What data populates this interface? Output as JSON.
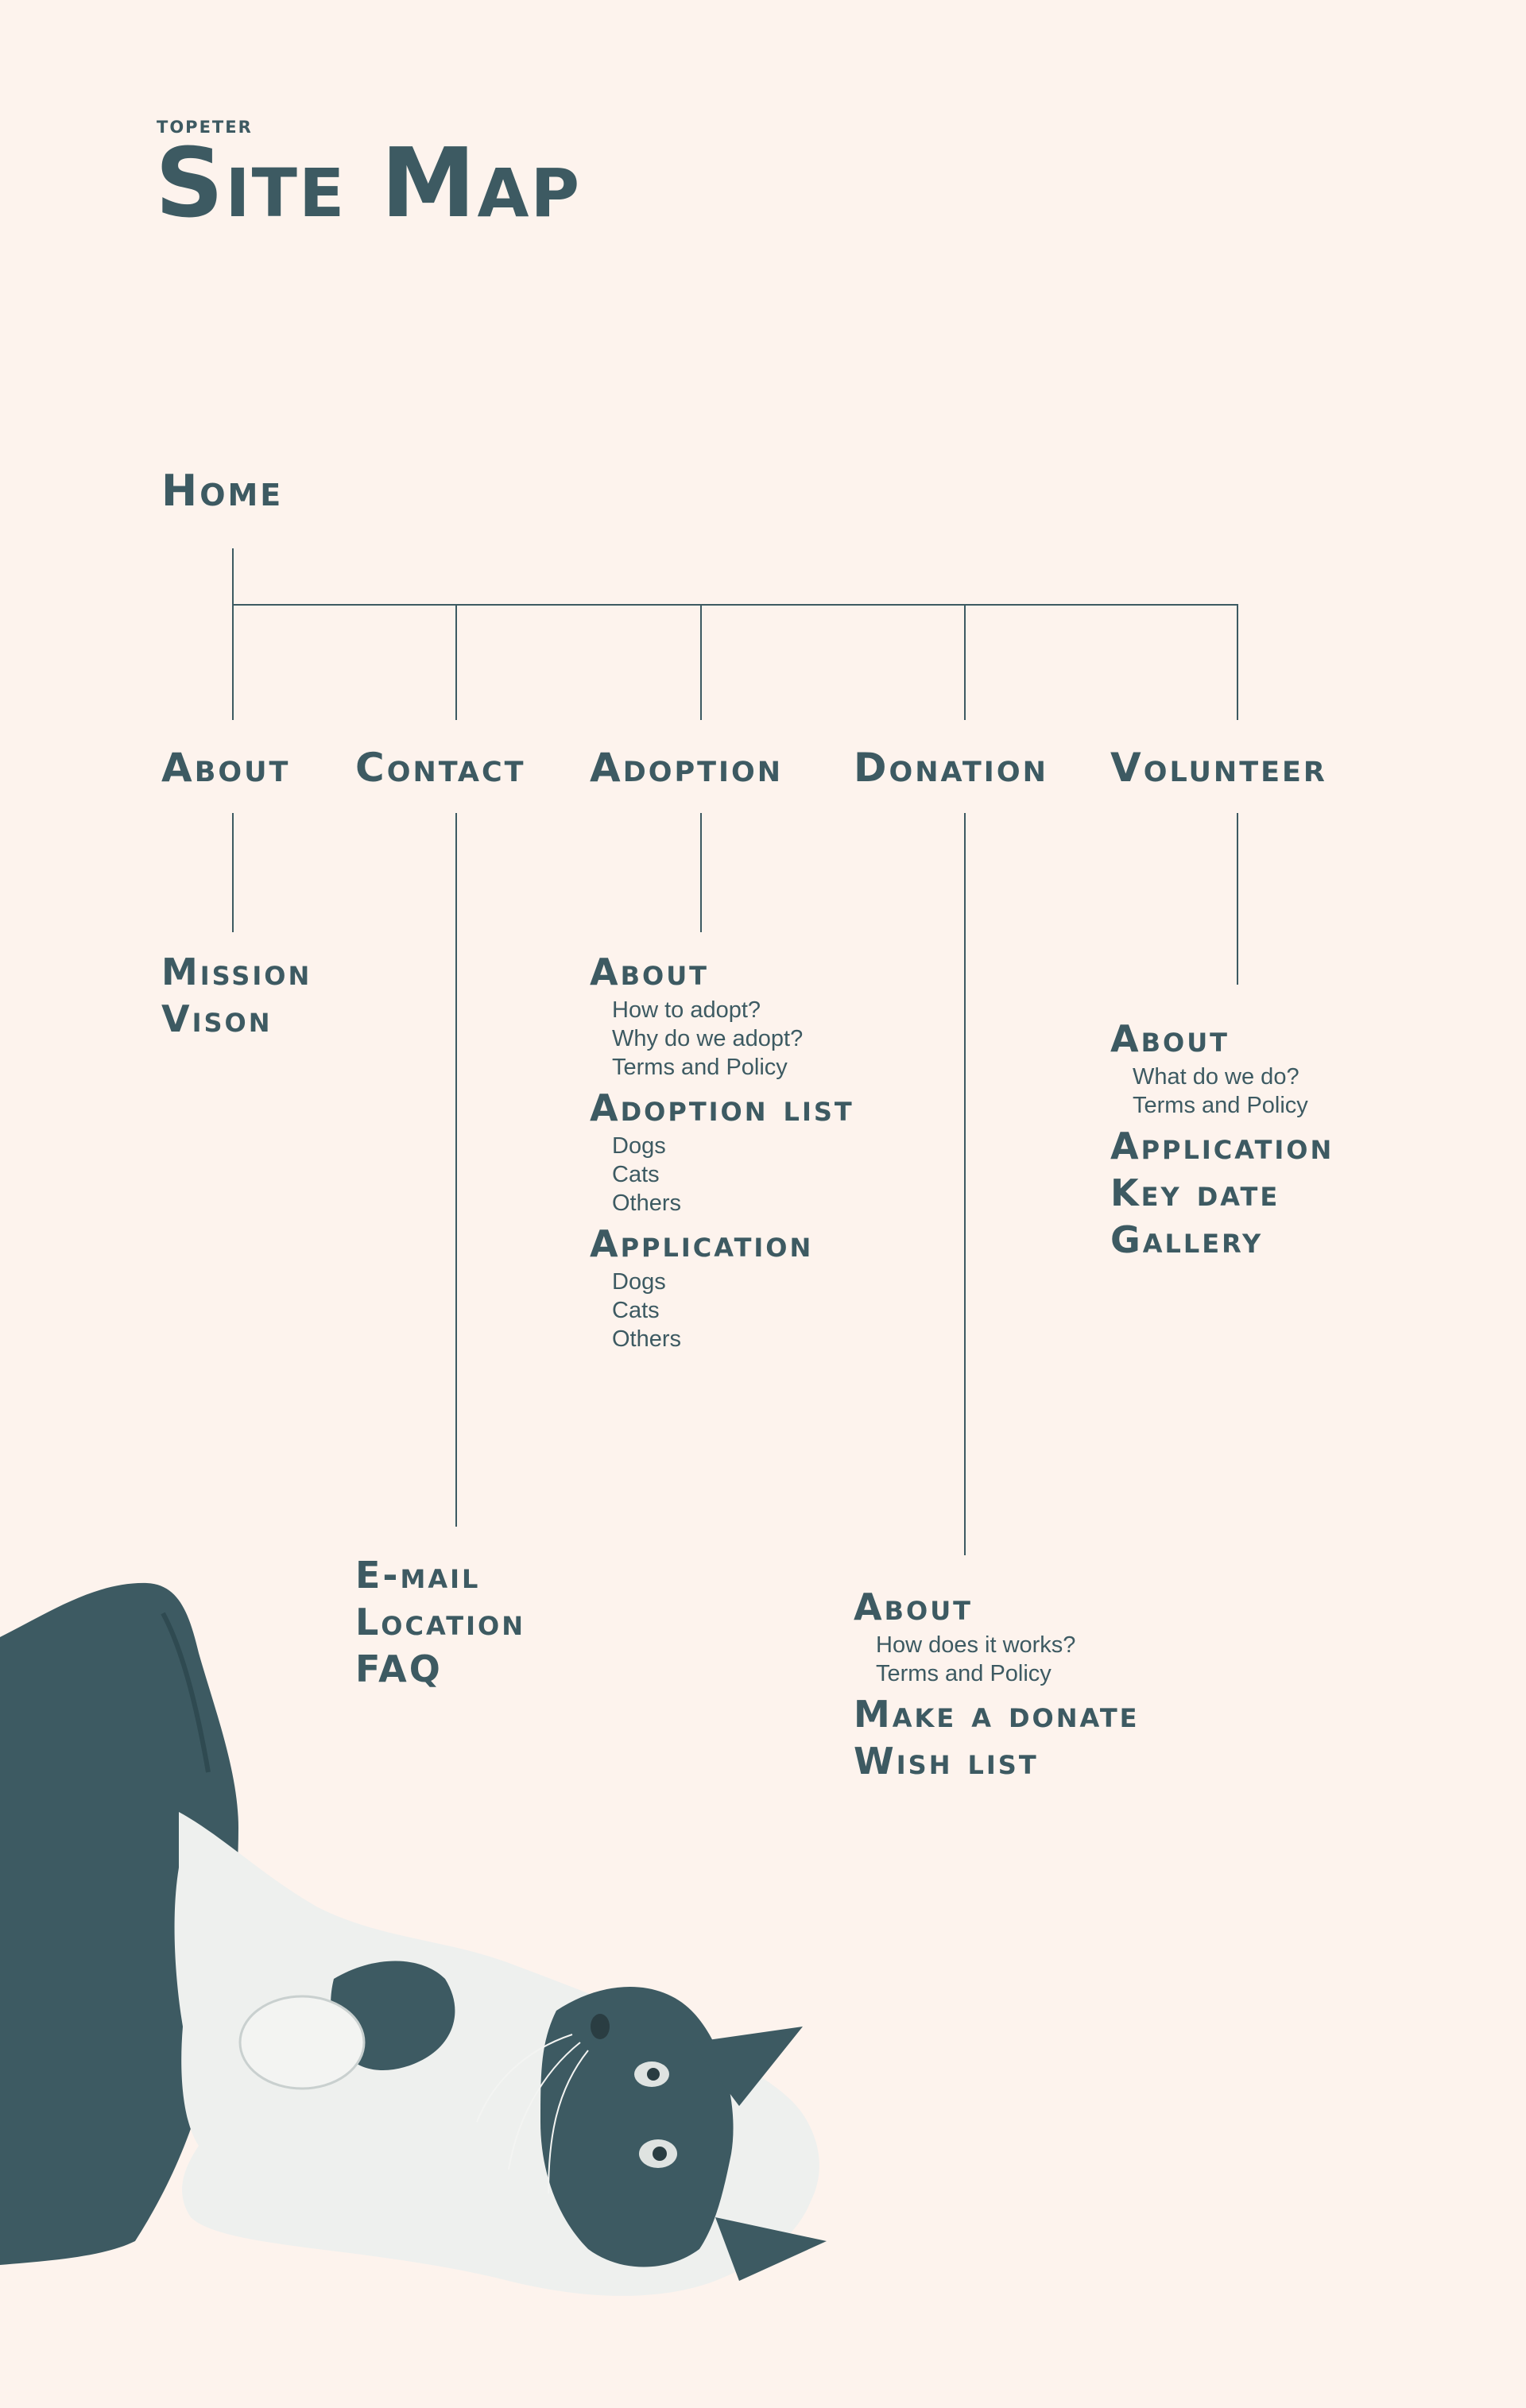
{
  "header": {
    "brand": "TOPETER",
    "title": "Site Map"
  },
  "tree": {
    "root": "Home",
    "about": {
      "label": "About",
      "items": [
        "Mission",
        "Vison"
      ]
    },
    "contact": {
      "label": "Contact",
      "items": [
        "E-mail",
        "Location",
        "FAQ"
      ]
    },
    "adoption": {
      "label": "Adoption",
      "groups": [
        {
          "label": "About",
          "items": [
            "How to adopt?",
            "Why do we adopt?",
            "Terms and Policy"
          ]
        },
        {
          "label": "Adoption list",
          "items": [
            "Dogs",
            "Cats",
            "Others"
          ]
        },
        {
          "label": "Application",
          "items": [
            "Dogs",
            "Cats",
            "Others"
          ]
        }
      ]
    },
    "donation": {
      "label": "Donation",
      "groups": [
        {
          "label": "About",
          "items": [
            "How does it works?",
            "Terms and Policy"
          ]
        },
        {
          "label": "Make a donate",
          "items": []
        },
        {
          "label": "Wish list",
          "items": []
        }
      ]
    },
    "volunteer": {
      "label": "Volunteer",
      "groups": [
        {
          "label": "About",
          "items": [
            "What do we do?",
            "Terms and Policy"
          ]
        },
        {
          "label": "Application",
          "items": []
        },
        {
          "label": "Key date",
          "items": []
        },
        {
          "label": "Gallery",
          "items": []
        }
      ]
    }
  },
  "colors": {
    "background": "#fdf3ed",
    "ink": "#3d5a62",
    "fur": "#eef0ee"
  }
}
